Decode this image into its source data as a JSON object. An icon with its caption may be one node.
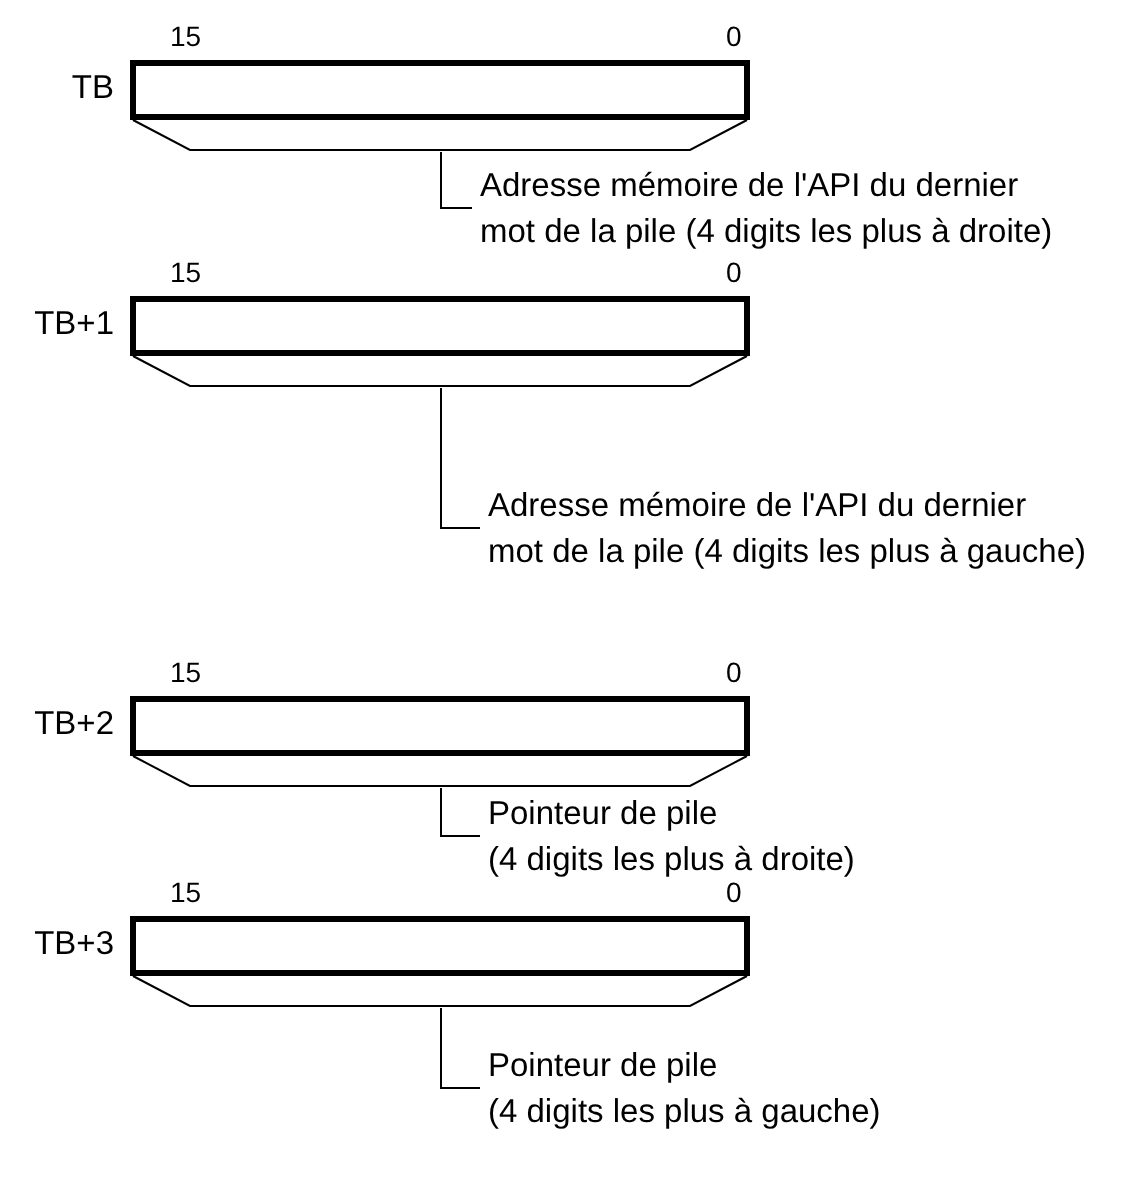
{
  "diagram": {
    "nodes": [
      {
        "text": [],
        "shape": "bar",
        "beside": [
          "TB"
        ]
      },
      {
        "text": [
          "Adresse mémoire de l'API du dernier mot de la pile (4 digits les plus à droite)"
        ]
      },
      {
        "text": [],
        "shape": "bar",
        "beside": [
          "TB+1"
        ]
      },
      {
        "text": [
          "Adresse mémoire de l'API du dernier mot de la pile (4 digits les plus à gauche)"
        ]
      },
      {
        "text": [],
        "shape": "bar",
        "beside": [
          "TB+2"
        ]
      },
      {
        "text": [
          "Pointeur de pile",
          "(4 digits les plus à droite)"
        ]
      },
      {
        "text": [],
        "shape": "bar",
        "beside": [
          "TB+3"
        ]
      },
      {
        "text": [
          "Pointeur de pile",
          "(4 digits les plus à gauche)"
        ]
      }
    ],
    "edges": [
      {
        "from": 1,
        "to": 0,
        "arrow": "none"
      },
      {
        "from": 3,
        "to": 2,
        "arrow": "none"
      },
      {
        "from": 5,
        "to": 4,
        "arrow": "none"
      },
      {
        "from": 7,
        "to": 6,
        "arrow": "none"
      }
    ],
    "labels": [
      "15",
      "0",
      "15",
      "0",
      "15",
      "0",
      "15",
      "0"
    ]
  }
}
